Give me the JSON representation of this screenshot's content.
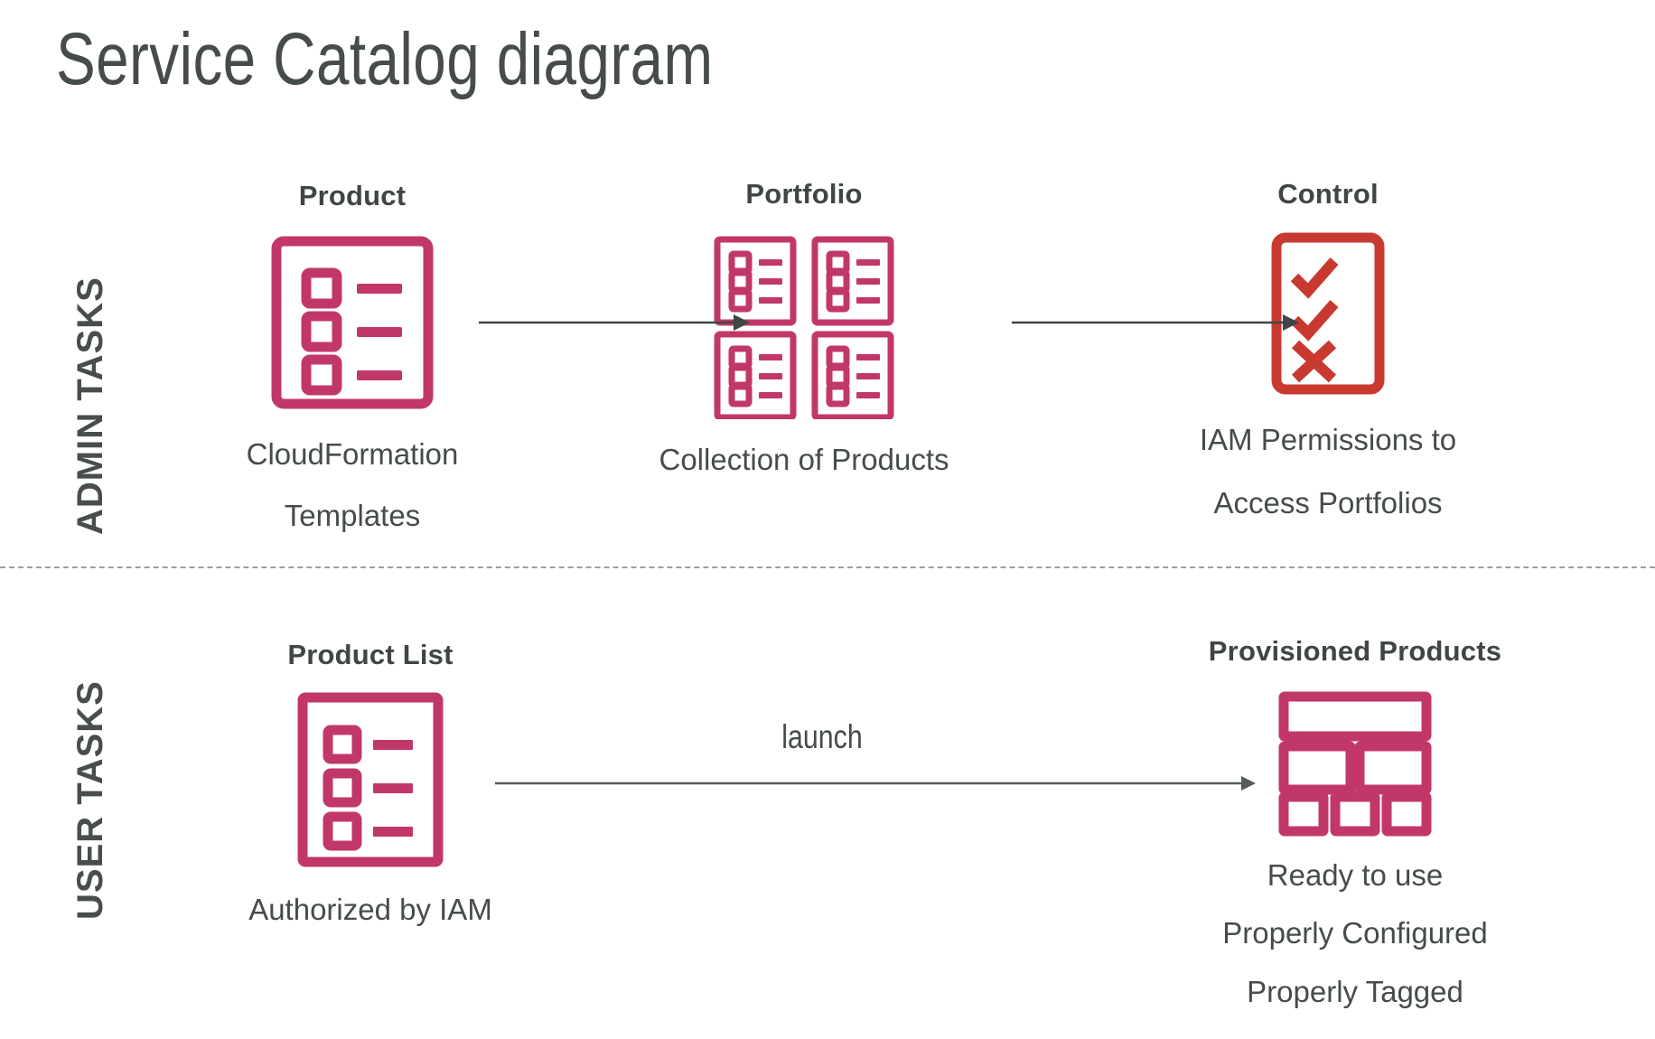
{
  "page": {
    "title": "Service Catalog diagram",
    "background": "#ffffff"
  },
  "colors": {
    "magenta": "#C2376A",
    "red": "#C8392F",
    "text_dark": "#3f4645",
    "text_body": "#454c4b",
    "arrow": "#3f4645",
    "divider": "#9a9f9e"
  },
  "sections": [
    {
      "id": "admin",
      "label": "ADMIN TASKS"
    },
    {
      "id": "user",
      "label": "USER TASKS"
    }
  ],
  "nodes": {
    "product": {
      "title": "Product",
      "caption_line1": "CloudFormation",
      "caption_line2": "Templates",
      "icon": "checklist-document-icon",
      "icon_color": "#C2376A"
    },
    "portfolio": {
      "title": "Portfolio",
      "caption_line1": "Collection of Products",
      "caption_line2": "",
      "icon": "four-documents-grid-icon",
      "icon_color": "#C2376A"
    },
    "control": {
      "title": "Control",
      "caption_line1": "IAM Permissions to",
      "caption_line2": "Access Portfolios",
      "icon": "check-check-cross-clipboard-icon",
      "icon_color": "#C8392F"
    },
    "product_list": {
      "title": "Product List",
      "caption_line1": "Authorized by IAM",
      "caption_line2": "",
      "icon": "checklist-document-icon",
      "icon_color": "#C2376A"
    },
    "provisioned_products": {
      "title": "Provisioned Products",
      "caption_line1": "Ready to use",
      "caption_line2": "Properly Configured",
      "caption_line3": "Properly Tagged",
      "icon": "block-layout-grid-icon",
      "icon_color": "#C2376A"
    }
  },
  "arrows": [
    {
      "id": "product-to-portfolio",
      "label": ""
    },
    {
      "id": "portfolio-to-control",
      "label": ""
    },
    {
      "id": "launch",
      "label": "launch"
    }
  ]
}
